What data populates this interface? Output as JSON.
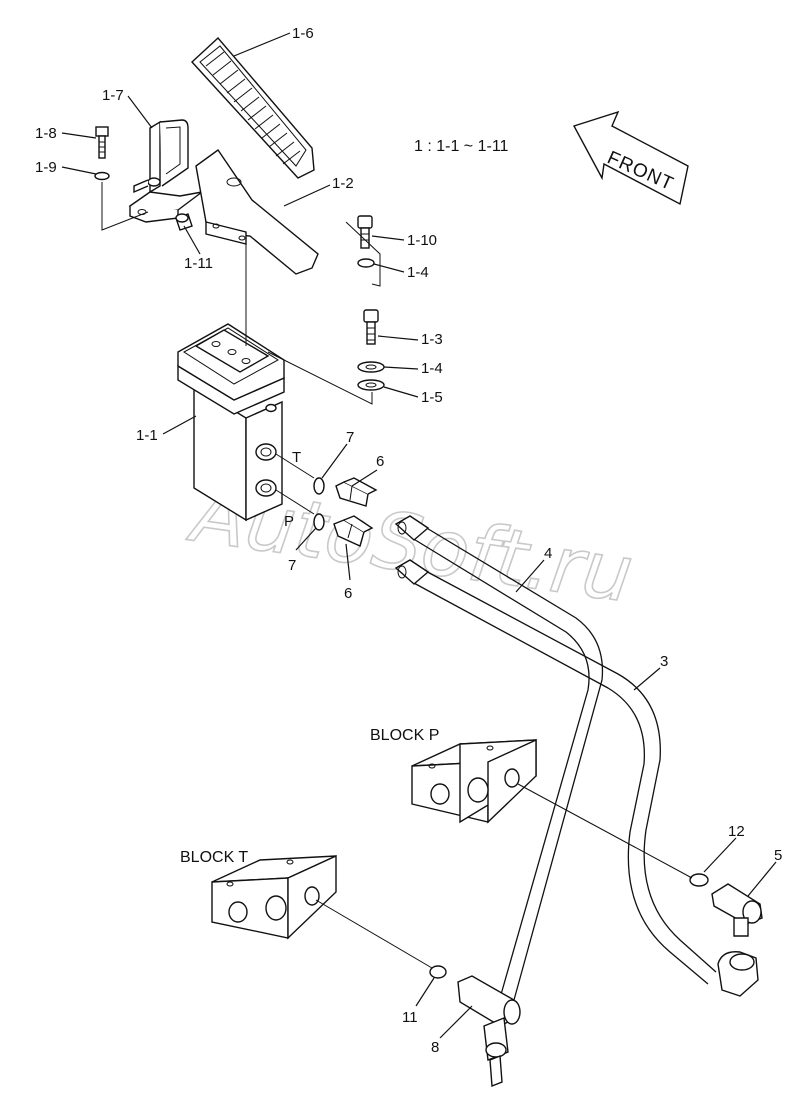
{
  "diagram": {
    "range_label": "1 : 1-1 ~ 1-11",
    "front_label": "FRONT",
    "watermark": "AutoSoft.ru",
    "port_t": "T",
    "port_p": "P",
    "block_p_label": "BLOCK P",
    "block_t_label": "BLOCK T",
    "callouts": {
      "c1_6": "1-6",
      "c1_7": "1-7",
      "c1_8": "1-8",
      "c1_9": "1-9",
      "c1_2": "1-2",
      "c1_10": "1-10",
      "c1_4a": "1-4",
      "c1_11": "1-11",
      "c1_3": "1-3",
      "c1_4b": "1-4",
      "c1_5": "1-5",
      "c1_1": "1-1",
      "c7a": "7",
      "c6a": "6",
      "c7b": "7",
      "c6b": "6",
      "c4": "4",
      "c3": "3",
      "c12": "12",
      "c5": "5",
      "c11": "11",
      "c8": "8"
    }
  }
}
